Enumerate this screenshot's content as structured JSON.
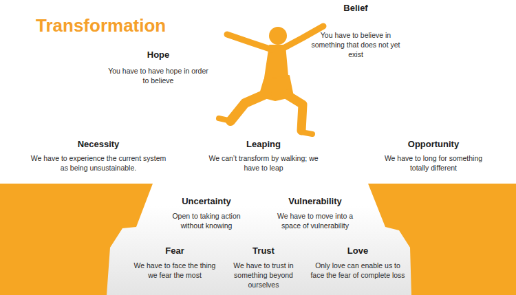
{
  "diagram": {
    "title": "Transformation",
    "labels": [
      "Hope",
      "You have to have hope in order to believe",
      "Belief",
      "You have to believe in something that does not yet exist",
      "Necessity",
      "We have to experience the current system as being unsustainable.",
      "Leaping",
      "We can’t transform by walking; we have to leap",
      "Opportunity",
      "We have to long for something totally different",
      "Uncertainty",
      "Open to taking action without knowing",
      "Vulnerability",
      "We have to move into a space of vulnerability",
      "Fear",
      "We have to face the thing we fear the most",
      "Trust",
      "We have to trust in something beyond ourselves",
      "Love",
      "Only love can enable us to face the fear of complete loss"
    ]
  }
}
